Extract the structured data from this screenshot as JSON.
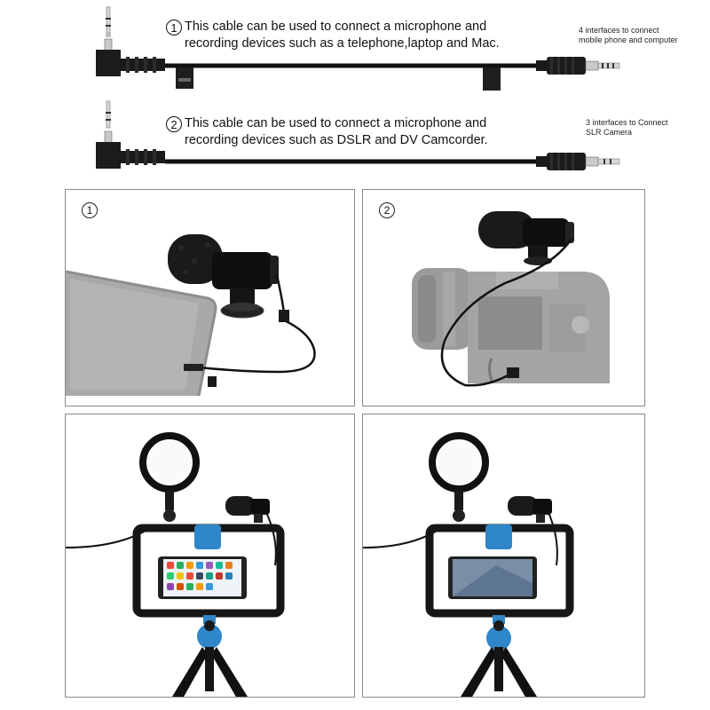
{
  "cables": [
    {
      "number": "1",
      "line1": "This cable can be used to connect a microphone and",
      "line2": "recording devices such as a telephone,laptop and Mac.",
      "note_line1": "4 interfaces to connect",
      "note_line2": "mobile phone and computer"
    },
    {
      "number": "2",
      "line1": "This cable can be used to connect a microphone and",
      "line2": "recording devices such as DSLR and DV Camcorder.",
      "note_line1": "3 interfaces to Connect",
      "note_line2": "SLR Camera"
    }
  ],
  "panels": [
    {
      "number": "1"
    },
    {
      "number": "2"
    },
    {
      "number": ""
    },
    {
      "number": ""
    }
  ],
  "colors": {
    "panel_border": "#8a8a8a",
    "rig_blue": "#2f86c8",
    "cable_black": "#111111"
  }
}
